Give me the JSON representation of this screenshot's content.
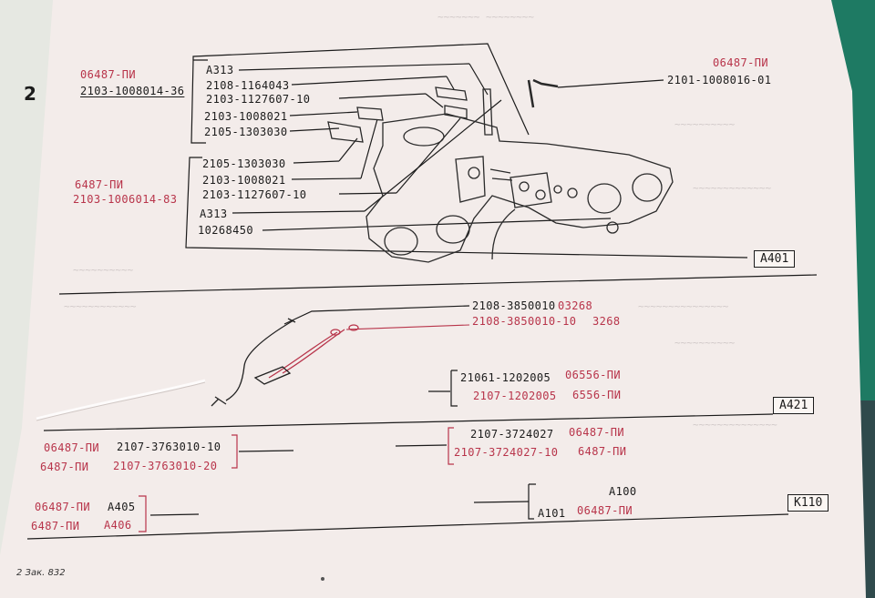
{
  "page": {
    "background": "#f3ecea",
    "ink": "#1b1b1b",
    "red_ink": "#b8344a"
  },
  "section_a401": {
    "code": "A401",
    "left_top": {
      "spec": "06487-ПИ",
      "part": "2103-1008014-36"
    },
    "left_mid": {
      "spec": "6487-ПИ",
      "part": "2103-1006014-83"
    },
    "upper_list": [
      "A313",
      "2108-1164043",
      "2103-1127607-10",
      "2103-1008021",
      "2105-1303030"
    ],
    "lower_list": [
      "2105-1303030",
      "2103-1008021",
      "2103-1127607-10",
      "A313",
      "10268450"
    ],
    "right": {
      "spec": "06487-ПИ",
      "part": "2101-1008016-01"
    }
  },
  "section_a421": {
    "code": "A421",
    "sensor_1": {
      "part": "2108-3850010",
      "spec": "03268"
    },
    "sensor_2": {
      "part": "2108-3850010-10",
      "spec": "3268"
    },
    "clamp_1": {
      "part": "21061-1202005",
      "spec": "06556-ПИ"
    },
    "clamp_2": {
      "part": "2107-1202005",
      "spec": "6556-ПИ"
    }
  },
  "section_k110": {
    "code": "K110",
    "row1_left": {
      "spec": "06487-ПИ",
      "part": "2107-3763010-10"
    },
    "row2_left": {
      "spec": "6487-ПИ",
      "part": "2107-3763010-20"
    },
    "row1_right": {
      "part": "2107-3724027",
      "spec": "06487-ПИ"
    },
    "row2_right": {
      "part": "2107-3724027-10",
      "spec": "6487-ПИ"
    },
    "row3_left": {
      "spec": "06487-ПИ",
      "part": "A405"
    },
    "row4_left": {
      "spec": "6487-ПИ",
      "part": "A406"
    },
    "row3_right": {
      "part": "A100"
    },
    "row4_right": {
      "part": "A101",
      "spec": "06487-ПИ"
    }
  },
  "footer": {
    "note": "2 Зак. 832"
  },
  "margin_digit": "2"
}
